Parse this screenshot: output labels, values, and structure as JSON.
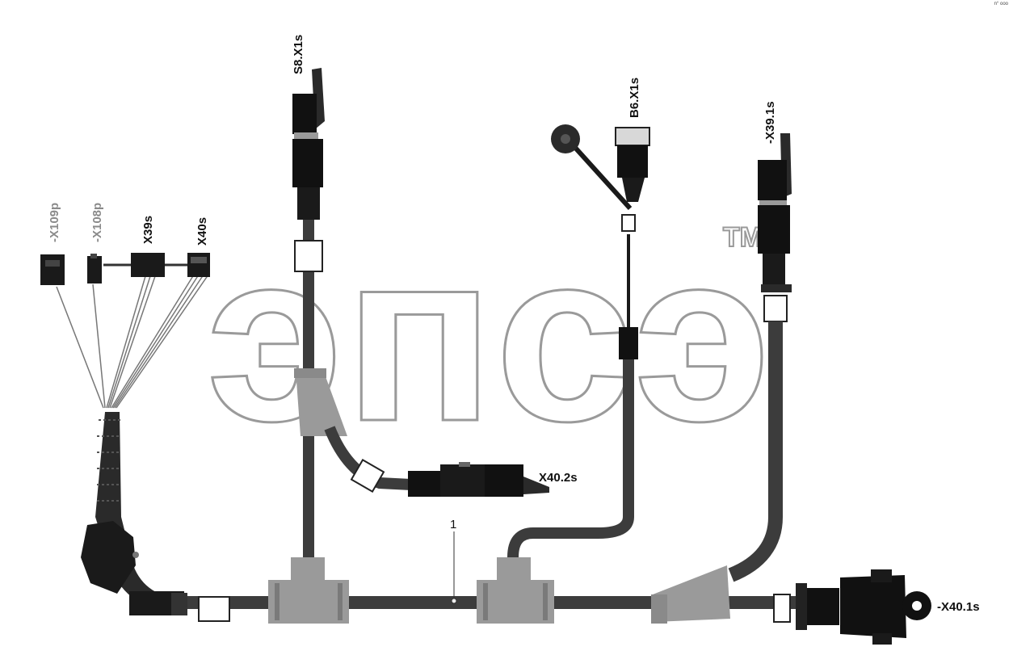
{
  "corner_mark": "n° ooo",
  "watermark": {
    "text": "эпсэ",
    "tm": "TM"
  },
  "labels": {
    "x109p": "-X109p",
    "x108p": "-X108p",
    "x39s": "X39s",
    "x40s": "X40s",
    "s8x1s": "S8.X1s",
    "b6x1s": "B6.X1s",
    "x391s": "-X39.1s",
    "x402s": "X40.2s",
    "x401s": "-X40.1s",
    "callout": "1"
  },
  "colors": {
    "cable": "#3c3c3c",
    "cable_light": "#6a6a6a",
    "connector": "#111111",
    "sleeve": "#9a9a9a",
    "watermark": "#9a9a9a"
  }
}
